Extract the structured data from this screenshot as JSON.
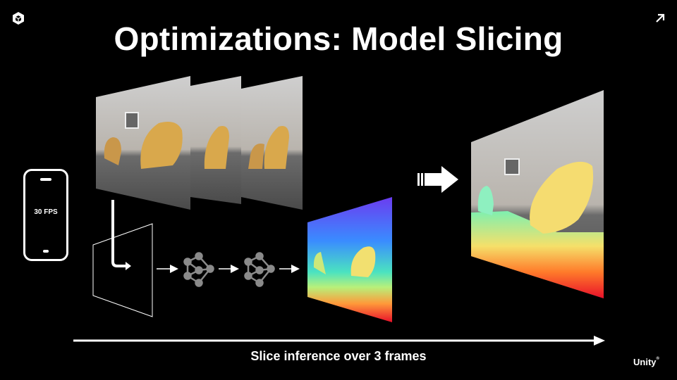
{
  "slide": {
    "title": "Optimizations: Model Slicing",
    "phone_label": "30 FPS",
    "caption": "Slice inference over 3 frames",
    "brand": "Unity",
    "brand_mark": "®"
  },
  "icons": {
    "logo": "unity-cube-icon",
    "expand": "diagonal-arrow-icon",
    "network": "neural-network-icon"
  },
  "colors": {
    "background": "#000000",
    "foreground": "#ffffff",
    "depth_gradient": [
      "#6b3cf0",
      "#3aa0ff",
      "#4be3c0",
      "#f5e06a",
      "#ff7a2a",
      "#e8102a"
    ]
  }
}
